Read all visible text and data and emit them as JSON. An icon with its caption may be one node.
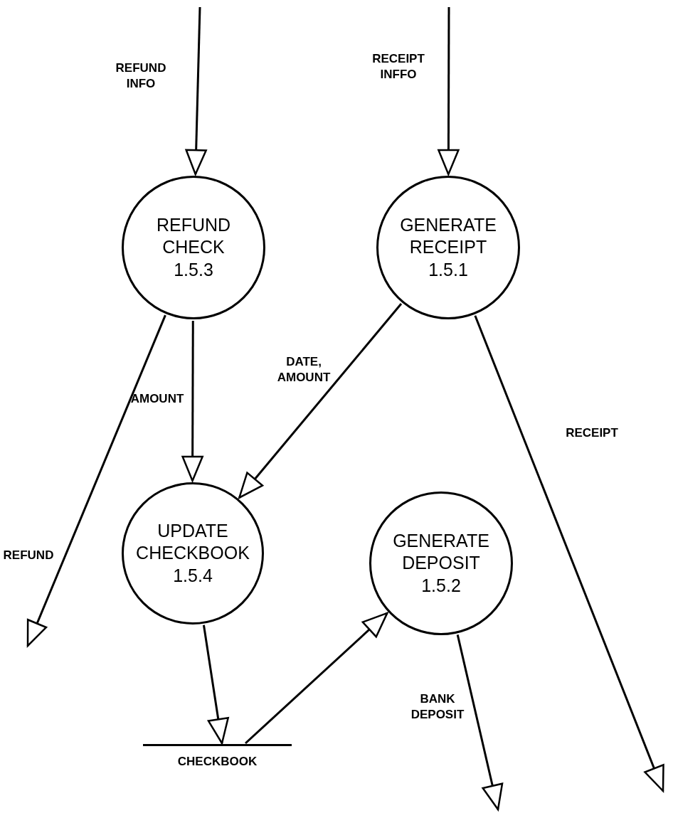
{
  "diagram": {
    "nodes": [
      {
        "text": [
          "REFUND CHECK",
          "1.5.3"
        ]
      },
      {
        "text": [
          "GENERATE RECEIPT",
          "1.5.1"
        ]
      },
      {
        "text": [
          "UPDATE CHECKBOOK",
          "1.5.4"
        ]
      },
      {
        "text": [
          "GENERATE DEPOSIT",
          "1.5.2"
        ]
      },
      {
        "text": [
          "CHECKBOOK"
        ]
      }
    ],
    "edges": [
      {
        "from": null,
        "to": 0,
        "arrow": "to",
        "label": "REFUND INFO"
      },
      {
        "from": null,
        "to": 1,
        "arrow": "to",
        "label": "RECEIPT INFFO"
      },
      {
        "from": 0,
        "to": null,
        "arrow": "to",
        "label": "REFUND"
      },
      {
        "from": 0,
        "to": 2,
        "arrow": "to",
        "label": "AMOUNT"
      },
      {
        "from": 1,
        "to": 2,
        "arrow": "to",
        "label": "DATE, AMOUNT"
      },
      {
        "from": 1,
        "to": null,
        "arrow": "to",
        "label": "RECEIPT"
      },
      {
        "from": 2,
        "to": 4,
        "arrow": "to"
      },
      {
        "from": 4,
        "to": 3,
        "arrow": "to"
      },
      {
        "from": 3,
        "to": null,
        "arrow": "to",
        "label": "BANK DEPOSIT"
      }
    ]
  }
}
